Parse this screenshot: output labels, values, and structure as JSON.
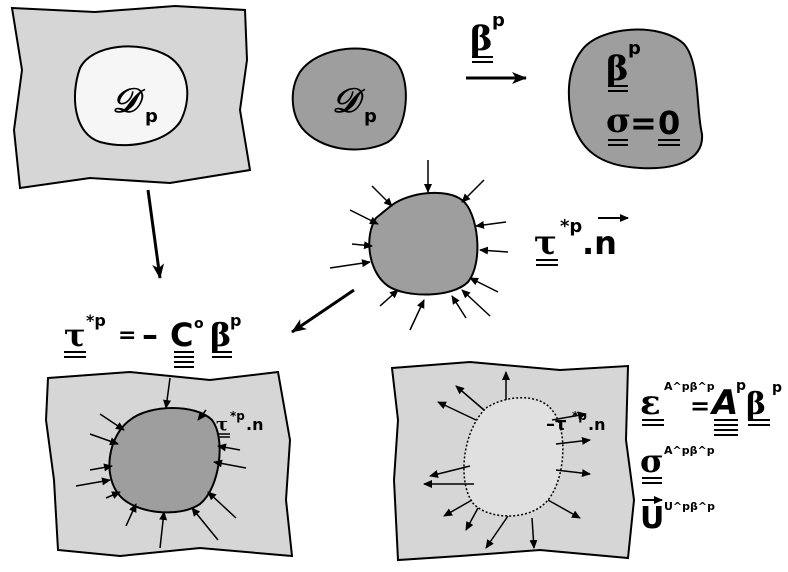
{
  "panel_matrix": {
    "inclusion_label": "𝒟",
    "inclusion_sub": "p"
  },
  "panel_isolated": {
    "inclusion_label": "𝒟",
    "inclusion_sub": "p"
  },
  "transform": {
    "arrow_symbol": "β",
    "arrow_sup": "p",
    "strain_symbol": "β",
    "strain_sup": "p",
    "stress_symbol": "σ",
    "stress_equals": "=",
    "stress_value": "0"
  },
  "traction_panel": {
    "tau_symbol": "τ",
    "tau_sup": "*p",
    "dot_n": ".n"
  },
  "equation": {
    "tau_symbol": "τ",
    "tau_sup": "*p",
    "equals": "=",
    "minus": "–",
    "C_symbol": "C",
    "C_sup": "o",
    "beta_symbol": "β",
    "beta_sup": "p"
  },
  "panel_bottom_left": {
    "tau_symbol": "τ",
    "tau_sup": "*p",
    "dot_n": ".n"
  },
  "panel_bottom_right": {
    "neg_tau": "–τ",
    "tau_sup": "*p",
    "dot_n": ".n"
  },
  "result_equations": {
    "eps_symbol": "ε",
    "eps_sup": "A^pβ^p",
    "equals": "=",
    "A_symbol": "A",
    "A_sup": "p",
    "beta_symbol": "β",
    "beta_sup": "p",
    "sigma_symbol": "σ",
    "sigma_sup": "A^pβ^p",
    "U_symbol": "U",
    "U_sup": "U^pβ^p"
  },
  "colors": {
    "matrix_fill": "#d6d6d6",
    "inclusion_fill": "#9e9e9e",
    "hole_fill": "#f6f6f6",
    "stroke": "#000000"
  }
}
